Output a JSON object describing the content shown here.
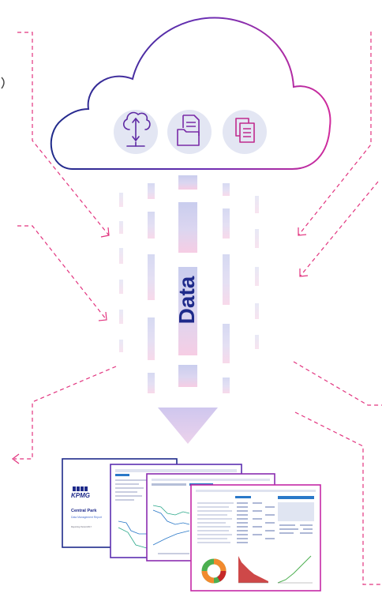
{
  "flow_label": "Data",
  "cloud_icons": [
    "cloud-upload-icon",
    "folder-document-icon",
    "copy-documents-icon"
  ],
  "report": {
    "brand": "KPMG",
    "cover_title": "Central Park",
    "cover_subtitle": "Data Management Report",
    "cover_date": "Reporting Period 2017"
  },
  "colors": {
    "navy": "#1e2a8a",
    "purple": "#6b2fb4",
    "magenta": "#c528a6",
    "pink": "#e2347f",
    "badge_bg": "#e3e6f3",
    "stream_blue": "#d9ddf3",
    "stream_pink": "#f6cfe6",
    "green": "#4caf50",
    "orange": "#f28a2e",
    "red": "#c62828"
  }
}
